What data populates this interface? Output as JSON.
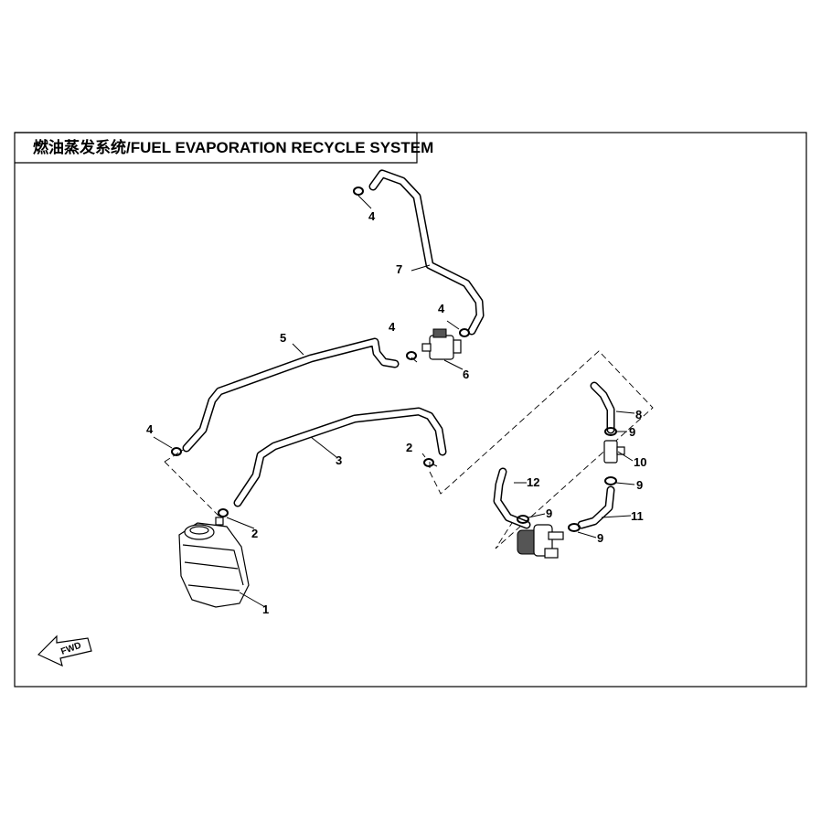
{
  "title": "燃油蒸发系统/FUEL EVAPORATION RECYCLE SYSTEM",
  "fwd_label": "FWD",
  "callouts": {
    "p1": "1",
    "p2a": "2",
    "p2b": "2",
    "p3": "3",
    "p4a": "4",
    "p4b": "4",
    "p4c": "4",
    "p4d": "4",
    "p5": "5",
    "p6": "6",
    "p7": "7",
    "p8": "8",
    "p9a": "9",
    "p9b": "9",
    "p9c": "9",
    "p9d": "9",
    "p10": "10",
    "p11": "11",
    "p12": "12"
  }
}
